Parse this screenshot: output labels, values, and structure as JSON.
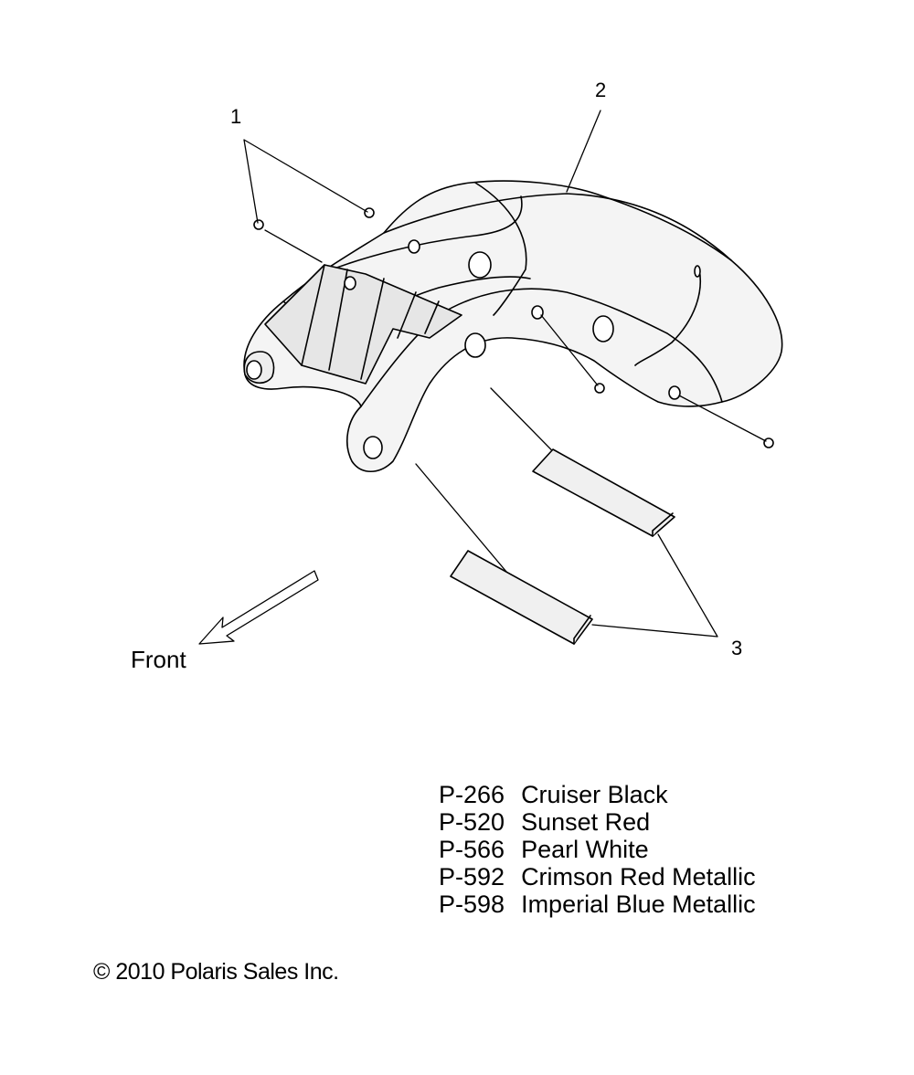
{
  "callouts": {
    "c1": "1",
    "c2": "2",
    "c3": "3"
  },
  "front_label": "Front",
  "paint_codes": [
    {
      "code": "P-266",
      "name": "Cruiser Black"
    },
    {
      "code": "P-520",
      "name": "Sunset Red"
    },
    {
      "code": "P-566",
      "name": "Pearl White"
    },
    {
      "code": "P-592",
      "name": "Crimson Red Metallic"
    },
    {
      "code": "P-598",
      "name": "Imperial Blue Metallic"
    }
  ],
  "copyright": "© 2010 Polaris Sales Inc."
}
